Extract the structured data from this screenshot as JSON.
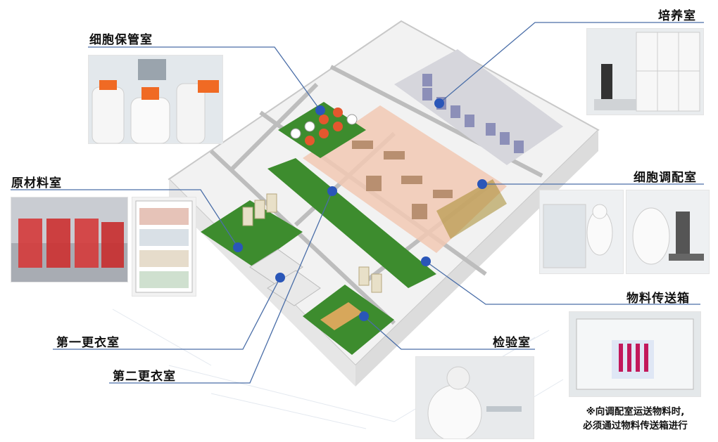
{
  "rooms": {
    "cell_storage": "细胞保管室",
    "raw_material": "原材料室",
    "first_changing": "第一更衣室",
    "second_changing": "第二更衣室",
    "culture": "培养室",
    "cell_prep": "细胞调配室",
    "pass_box": "物料传送箱",
    "inspection": "检验室"
  },
  "note": {
    "line1": "※向调配室运送物料时,",
    "line2": "必须通过物料传送箱进行"
  },
  "colors": {
    "leader_line": "#4a6ea8",
    "marker": "#2a56b8",
    "floor_green": "#3d8c2e",
    "floor_pink": "#f2c9b4",
    "floor_grey": "#d9d9d9"
  }
}
